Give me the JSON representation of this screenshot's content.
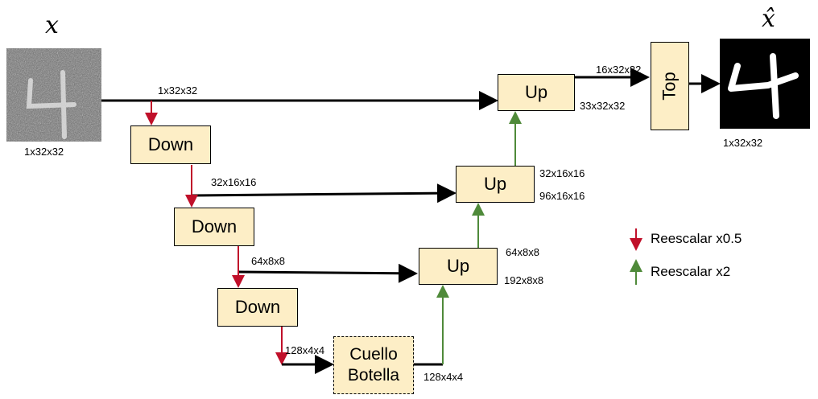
{
  "input": {
    "symbol": "x",
    "shape": "1x32x32"
  },
  "output": {
    "symbol": "x̂",
    "shape": "1x32x32"
  },
  "blocks": {
    "down1": "Down",
    "down2": "Down",
    "down3": "Down",
    "bottleneck_line1": "Cuello",
    "bottleneck_line2": "Botella",
    "up1": "Up",
    "up2": "Up",
    "up3": "Up",
    "top": "Top"
  },
  "edges": {
    "skip1": "1x32x32",
    "skip2": "32x16x16",
    "skip3": "64x8x8",
    "bottleneck_in": "128x4x4",
    "bottleneck_out": "128x4x4",
    "up1_a": "64x8x8",
    "up1_b": "192x8x8",
    "up2_a": "32x16x16",
    "up2_b": "96x16x16",
    "up3_a": "16x32x32",
    "up3_b": "33x32x32"
  },
  "legend": {
    "down": {
      "label": "Reescalar x0.5",
      "color": "#c0102a"
    },
    "up": {
      "label": "Reescalar x2",
      "color": "#4f8a3a"
    }
  },
  "colors": {
    "block_fill": "#fdeec6",
    "arrow": "#000000"
  }
}
